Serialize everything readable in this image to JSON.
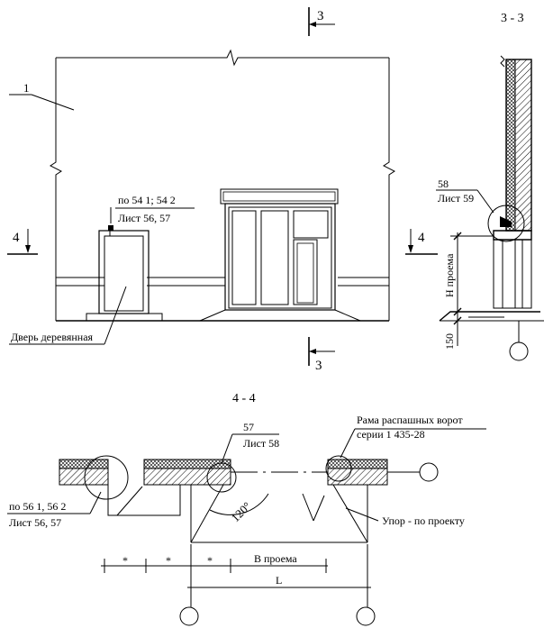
{
  "labels": {
    "section_3_top": "3",
    "section_3_bottom": "3",
    "section_4_left": "4",
    "section_4_right": "4",
    "title_3_3": "3 - 3",
    "title_4_4": "4 - 4",
    "callout_1": "1",
    "ref_54": "по 54 1; 54 2",
    "sheet_56_57_top": "Лист 56, 57",
    "door": "Дверь деревянная",
    "ref_58": "58",
    "sheet_59": "Лист 59",
    "h_opening": "Н проема",
    "dim_150": "150",
    "ref_57": "57",
    "sheet_58": "Лист 58",
    "frame_line1": "Рама распашных ворот",
    "frame_line2": "серии 1 435-28",
    "ref_56": "по 56 1, 56 2",
    "sheet_56_57_bottom": "Лист 56, 57",
    "angle": "120°",
    "stop": "Упор - по проекту",
    "star1": "*",
    "star2": "*",
    "star3": "*",
    "b_opening": "В проема",
    "dim_L": "L"
  }
}
